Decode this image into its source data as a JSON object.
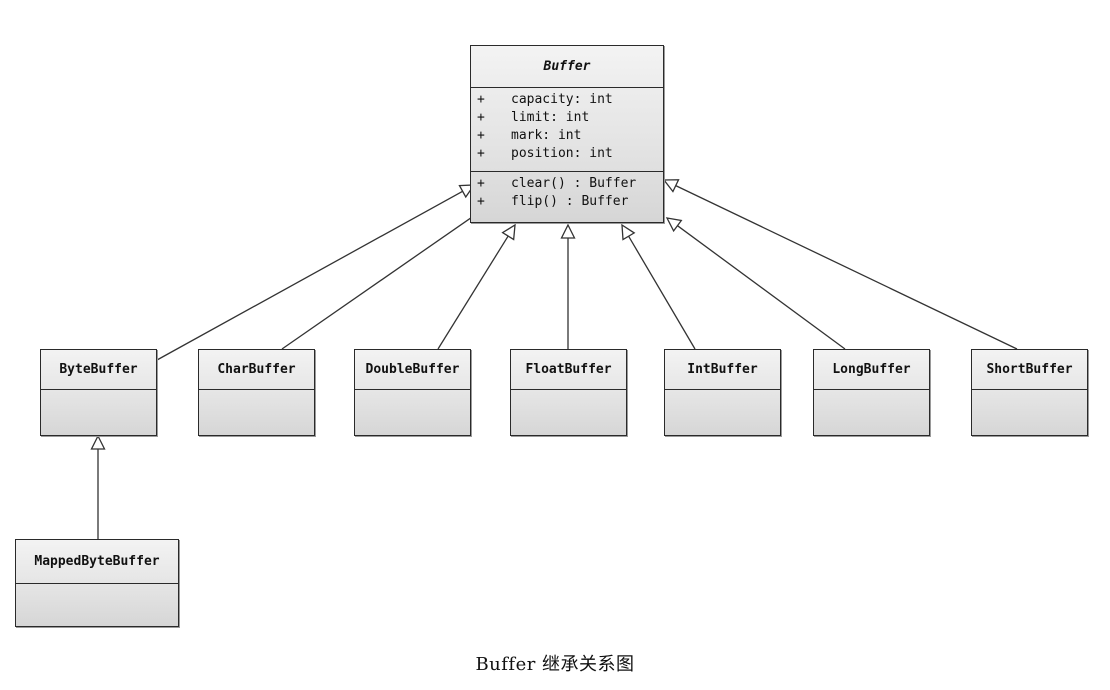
{
  "diagram": {
    "root": {
      "name": "Buffer",
      "attributes": [
        {
          "visibility": "+",
          "text": "capacity:  int"
        },
        {
          "visibility": "+",
          "text": "limit:  int"
        },
        {
          "visibility": "+",
          "text": "mark:  int"
        },
        {
          "visibility": "+",
          "text": "position:  int"
        }
      ],
      "operations": [
        {
          "visibility": "+",
          "text": "clear() : Buffer"
        },
        {
          "visibility": "+",
          "text": "flip() : Buffer"
        }
      ]
    },
    "subclasses": [
      "ByteBuffer",
      "CharBuffer",
      "DoubleBuffer",
      "FloatBuffer",
      "IntBuffer",
      "LongBuffer",
      "ShortBuffer"
    ],
    "grandchild": {
      "name": "MappedByteBuffer",
      "parent": "ByteBuffer"
    },
    "relationship": "generalization"
  },
  "caption": "Buffer 继承关系图"
}
